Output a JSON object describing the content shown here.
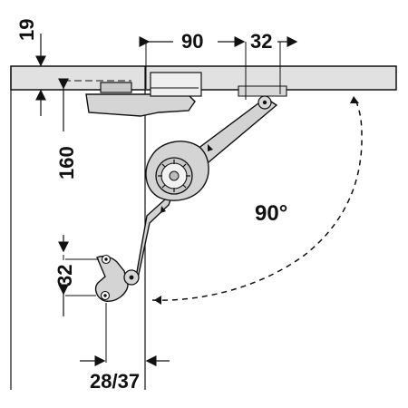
{
  "diagram": {
    "dimensions": {
      "top_thickness": "19",
      "horizontal_offset": "90",
      "pivot_offset": "32",
      "vertical_height": "160",
      "base_spacing": "32",
      "bottom_range": "28/37"
    },
    "angle_label": "90°",
    "colors": {
      "panel_fill": "#e0e0e0",
      "panel_stroke": "#111111",
      "part_fill": "#d3d3d3",
      "part_stroke": "#111111",
      "dimension_color": "#111111",
      "dashed_arc": "#111111",
      "background": "#ffffff"
    }
  }
}
